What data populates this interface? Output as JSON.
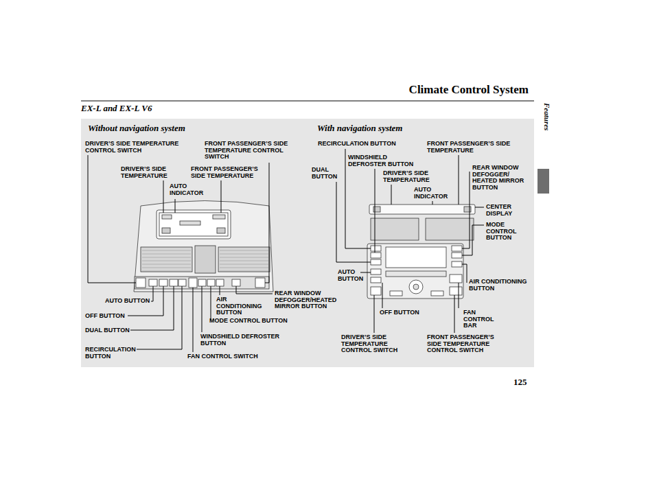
{
  "diagram": {
    "title": "Climate Control System",
    "labels": [
      "EX-L and EX-L V6",
      "Without navigation system",
      "With navigation system",
      "DRIVER’S SIDE TEMPERATURE CONTROL SWITCH",
      "FRONT PASSENGER’S SIDE TEMPERATURE CONTROL SWITCH",
      "DRIVER’S SIDE TEMPERATURE",
      "FRONT PASSENGER’S SIDE TEMPERATURE",
      "AUTO INDICATOR",
      "REAR WINDOW DEFOGGER/HEATED MIRROR BUTTON",
      "AIR CONDITIONING BUTTON",
      "AUTO BUTTON",
      "OFF BUTTON",
      "MODE CONTROL BUTTON",
      "DUAL BUTTON",
      "WINDSHIELD DEFROSTER BUTTON",
      "RECIRCULATION BUTTON",
      "FAN CONTROL SWITCH",
      "RECIRCULATION BUTTON",
      "FRONT PASSENGER’S SIDE TEMPERATURE",
      "WINDSHIELD DEFROSTER BUTTON",
      "DUAL BUTTON",
      "DRIVER’S SIDE TEMPERATURE",
      "REAR WINDOW DEFOGGER/ HEATED MIRROR BUTTON",
      "AUTO INDICATOR",
      "CENTER DISPLAY",
      "MODE CONTROL BUTTON",
      "AUTO BUTTON",
      "AIR CONDITIONING BUTTON",
      "OFF BUTTON",
      "FAN CONTROL BAR",
      "DRIVER’S SIDE TEMPERATURE CONTROL SWITCH",
      "FRONT PASSENGER’S SIDE TEMPERATURE CONTROL SWITCH",
      "Features",
      "125"
    ]
  }
}
